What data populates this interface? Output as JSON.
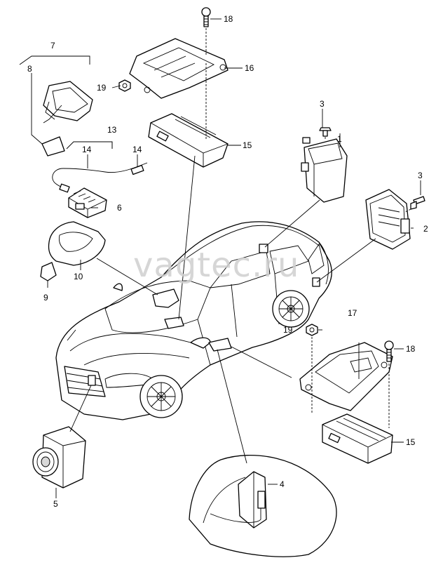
{
  "watermark": "vagtec.ru",
  "callouts": {
    "c1": "1",
    "c2": "2",
    "c3a": "3",
    "c3b": "3",
    "c4": "4",
    "c5": "5",
    "c6": "6",
    "c7": "7",
    "c8": "8",
    "c9": "9",
    "c10": "10",
    "c13": "13",
    "c14a": "14",
    "c14b": "14",
    "c15a": "15",
    "c15b": "15",
    "c16": "16",
    "c17": "17",
    "c18a": "18",
    "c18b": "18",
    "c19a": "19",
    "c19b": "19"
  }
}
